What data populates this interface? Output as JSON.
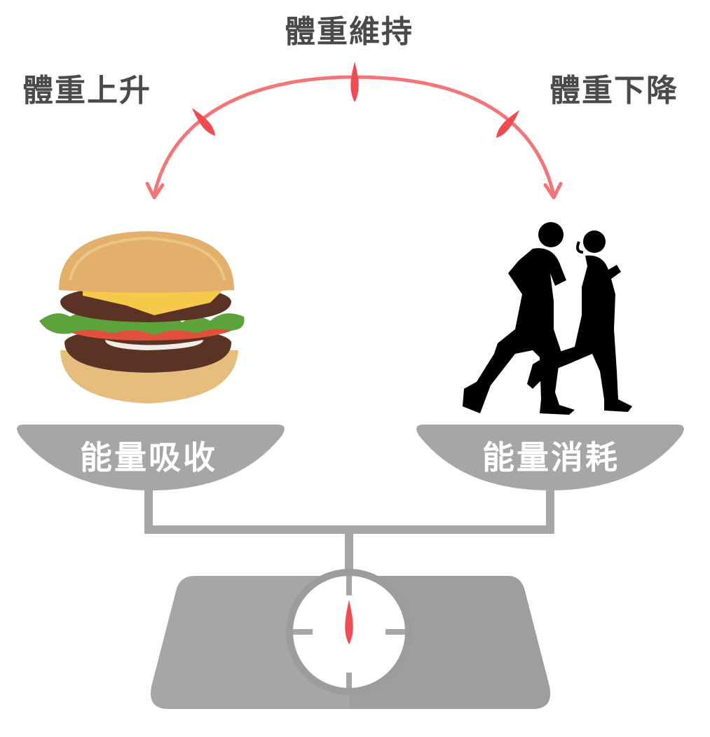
{
  "labels": {
    "gain": "體重上升",
    "maintain": "體重維持",
    "loss": "體重下降"
  },
  "pans": {
    "left": "能量吸收",
    "right": "能量消耗"
  },
  "icons": {
    "left_item": "hamburger-icon",
    "right_item": "runners-silhouette-icon"
  },
  "colors": {
    "arc": "#f47478",
    "needle": "#f04b50",
    "scale_gray": "#a6a6a6",
    "scale_dark": "#9a9a9a",
    "label_text": "#4a4a4a"
  }
}
